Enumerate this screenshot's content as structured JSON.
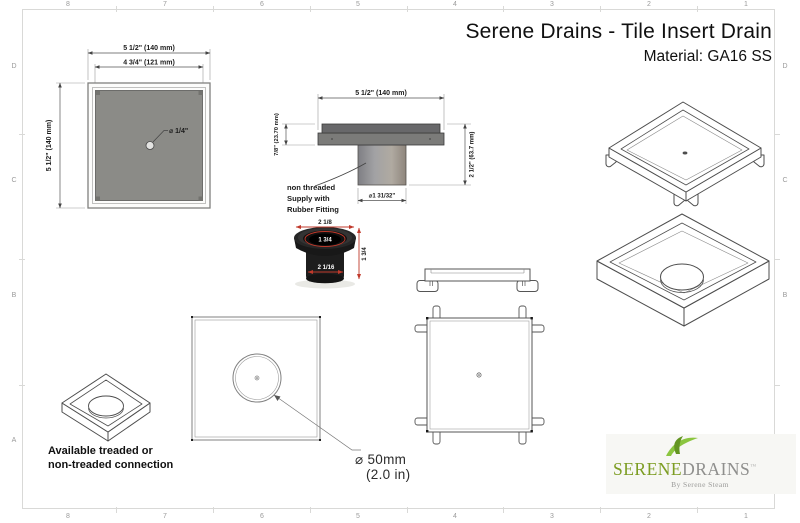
{
  "title_block": {
    "title": "Serene Drains - Tile Insert Drain",
    "material": "Material: GA16 SS"
  },
  "grid": {
    "columns": [
      "8",
      "7",
      "6",
      "5",
      "4",
      "3",
      "2",
      "1"
    ],
    "rows": [
      "D",
      "C",
      "B",
      "A"
    ]
  },
  "views": {
    "top": {
      "dim_outer_width": "5 1/2\" (140 mm)",
      "dim_inner_width": "4 3/4\" (121 mm)",
      "dim_height": "5 1/2\" (140 mm)",
      "hole_label": "⌀ 1/4\""
    },
    "side": {
      "dim_width": "5 1/2\" (140 mm)",
      "dim_flange_height": "7/8\" (23.70 mm)",
      "dim_total_height": "2 1/2\" (63.7 mm)",
      "dim_outlet": "⌀1 31/32\"",
      "note_line1": "non threaded",
      "note_line2": "Supply with",
      "note_line3": "Rubber Fitting"
    },
    "fitting": {
      "dim_top": "2 1/8",
      "dim_opening": "1 3/4",
      "dim_body": "2 1/16",
      "dim_side": "1 3/4"
    },
    "bottom": {
      "hole_dia_mm": "⌀ 50mm",
      "hole_dia_in": "(2.0 in)"
    },
    "connection_note": {
      "line1": "Available treaded or",
      "line2": "non-treaded connection"
    }
  },
  "logo": {
    "name_left": "SERENE",
    "name_right": "DRAINS",
    "tm": "™",
    "tagline": "By Serene Steam"
  },
  "colors": {
    "accent_green": "#7d9d23",
    "leaf_green": "#8bc53f",
    "logo_gray": "#8f8f8d",
    "plate_gray": "#8b8b87",
    "flange_dark": "#68686a",
    "dim_red": "#c0392b"
  }
}
